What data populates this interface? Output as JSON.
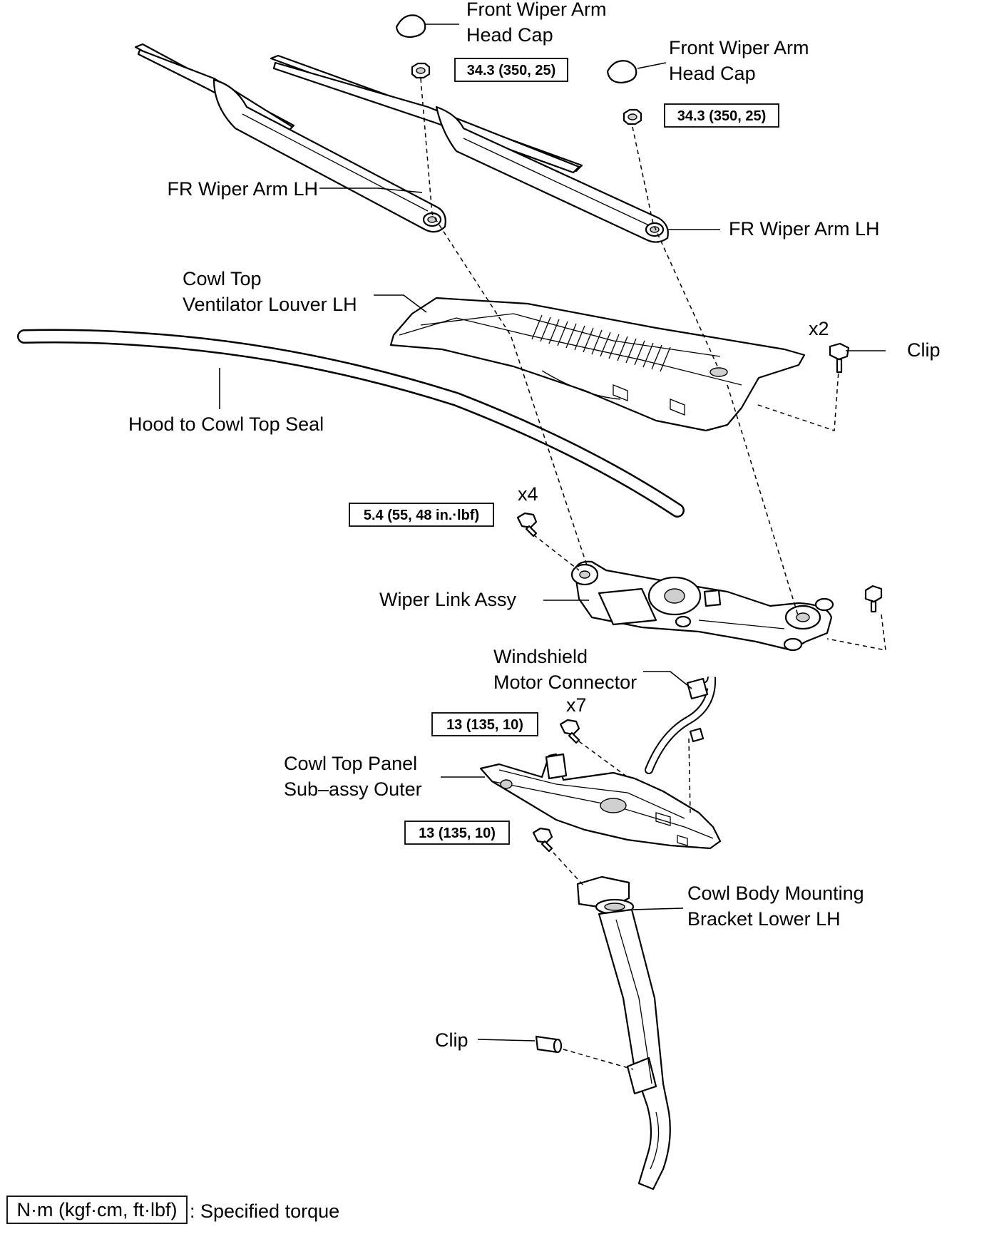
{
  "labels": {
    "cap_1": [
      "Front Wiper Arm",
      "Head Cap"
    ],
    "cap_2": [
      "Front Wiper Arm",
      "Head Cap"
    ],
    "arm_left": "FR Wiper Arm LH",
    "arm_right": "FR Wiper Arm LH",
    "louver": [
      "Cowl Top",
      "Ventilator Louver LH"
    ],
    "seal": "Hood to Cowl Top Seal",
    "clip_top": "Clip",
    "clip_count": "x2",
    "link_assy": "Wiper Link Assy",
    "link_bolt_count": "x4",
    "connector": [
      "Windshield",
      "Motor Connector"
    ],
    "panel_bolt_count": "x7",
    "panel": [
      "Cowl Top Panel",
      "Sub–assy Outer"
    ],
    "bracket": [
      "Cowl Body Mounting",
      "Bracket Lower LH"
    ],
    "clip_bottom": "Clip"
  },
  "torques": {
    "arm_nut_1": "34.3 (350, 25)",
    "arm_nut_2": "34.3 (350, 25)",
    "link_bolt": "5.4 (55, 48 in.·lbf)",
    "panel_bolt_1": "13 (135, 10)",
    "panel_bolt_2": "13 (135, 10)"
  },
  "legend": {
    "unit": "N·m (kgf·cm, ft·lbf)",
    "text": ": Specified torque"
  }
}
